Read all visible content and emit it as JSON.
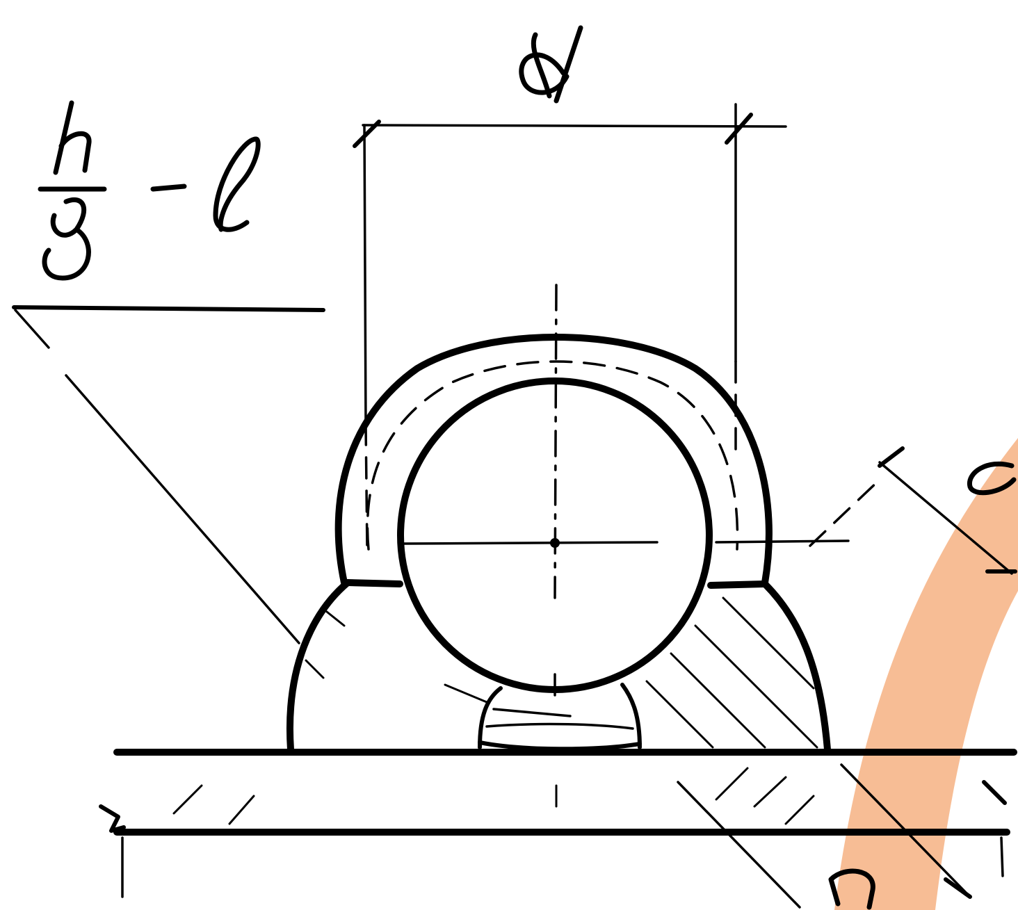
{
  "labels": {
    "diameter": "d",
    "weld_symbol_top": "h",
    "weld_symbol_bottom": "в",
    "weld_symbol_suffix": "- l",
    "dimension_right": "a",
    "dimension_bottom_right": "h"
  },
  "colors": {
    "ink": "#000000",
    "background": "#ffffff",
    "highlight_band": "#f7b98f"
  }
}
